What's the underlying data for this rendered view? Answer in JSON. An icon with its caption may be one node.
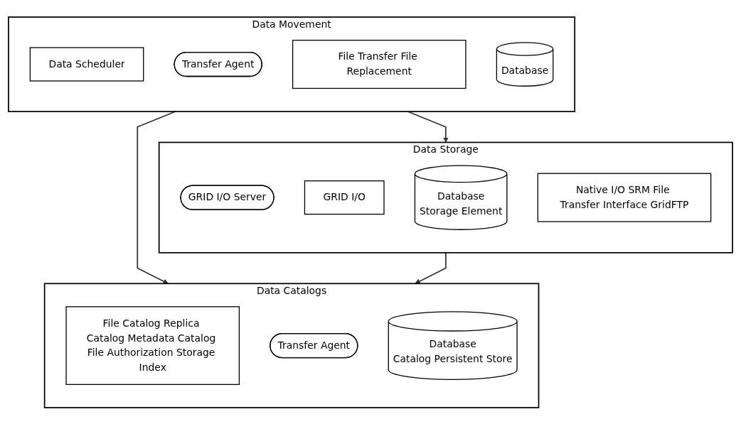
{
  "diagram": {
    "nodes": [
      {
        "text": [
          "Data Movement"
        ]
      },
      {
        "text": [
          "Data Scheduler"
        ],
        "in": 0
      },
      {
        "text": [
          "Transfer Agent"
        ],
        "in": 0
      },
      {
        "text": [
          "File Transfer File Replacement"
        ],
        "in": 0
      },
      {
        "text": [
          "Database"
        ],
        "in": 0
      },
      {
        "text": [
          "Data Catalogs"
        ]
      },
      {
        "text": [
          "File Catalog Replica Catalog Metadata Catalog File Authorization Storage Index"
        ],
        "in": 5
      },
      {
        "text": [
          "Transfer Agent"
        ],
        "in": 5
      },
      {
        "text": [
          "Database",
          "Catalog Persistent Store"
        ],
        "in": 5
      },
      {
        "text": [
          "Data Storage"
        ]
      },
      {
        "text": [
          "GRID I/O Server"
        ],
        "in": 9
      },
      {
        "text": [
          "GRID I/O"
        ],
        "in": 9
      },
      {
        "text": [
          "Database",
          "Storage Element"
        ],
        "in": 9
      },
      {
        "text": [
          "Native I/O SRM File Transfer Interface GridFTP"
        ],
        "in": 9
      }
    ],
    "edges": [
      {
        "from": 0,
        "to": 5,
        "arrow": "to"
      },
      {
        "from": 0,
        "to": 9,
        "arrow": "to"
      },
      {
        "from": 9,
        "to": 5,
        "arrow": "to"
      }
    ]
  }
}
